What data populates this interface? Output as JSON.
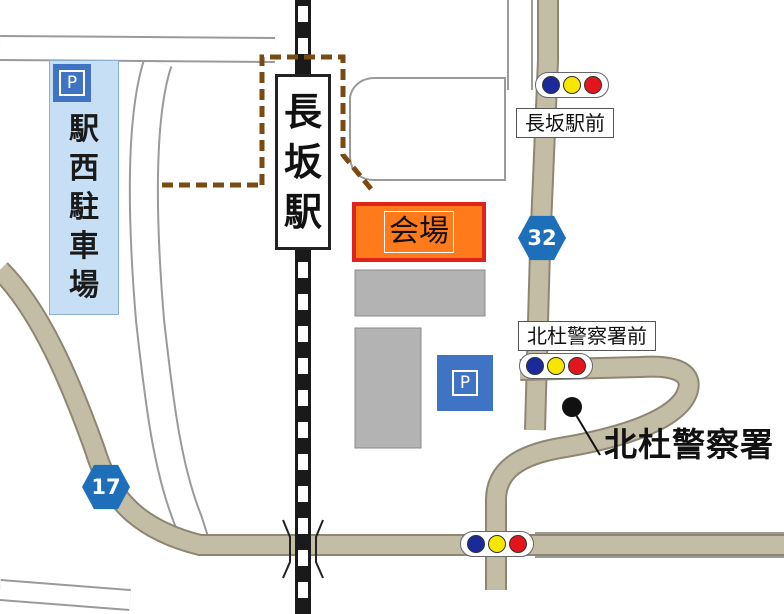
{
  "station": {
    "name_chars": [
      "長",
      "坂",
      "駅"
    ]
  },
  "parking_west": {
    "sign": "P",
    "name_chars": [
      "駅",
      "西",
      "駐",
      "車",
      "場"
    ]
  },
  "parking_east": {
    "sign": "P"
  },
  "venue": {
    "label": "会場"
  },
  "signs": {
    "nagasaka_station_mae": "長坂駅前",
    "hokuto_police_mae": "北杜警察署前"
  },
  "police_station": {
    "label": "北杜警察署"
  },
  "routes": {
    "route_32": "32",
    "route_17": "17"
  },
  "signal_colors": [
    "#1a2a9a",
    "#f6e600",
    "#e2161b"
  ],
  "colors": {
    "road_fill": "#ffffff",
    "road_edge": "#9a9a9a",
    "main_road": "#c4bda6",
    "footpath": "#7a4a12",
    "building": "#b3b3b3",
    "parking_area": "#c6dff4",
    "route_shield": "#1c6fb8",
    "parking_sign": "#3f74c5",
    "venue_fill": "#ff7a1a",
    "venue_border": "#e0241b"
  }
}
